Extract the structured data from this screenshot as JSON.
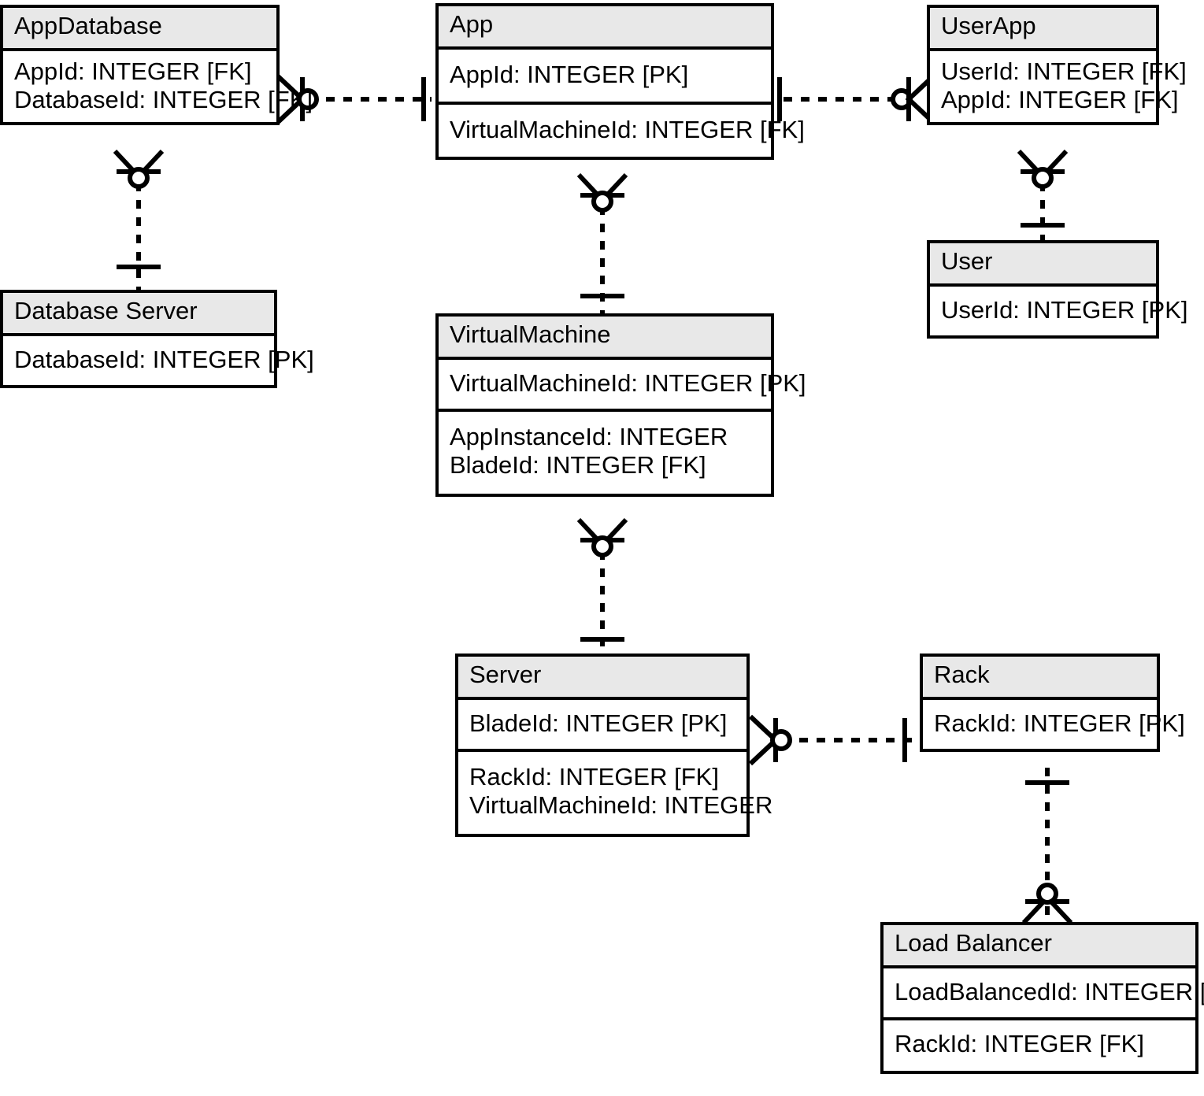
{
  "diagram": {
    "type": "entity-relationship-diagram",
    "notation": "crows-foot",
    "title": "",
    "colors": {
      "header_fill": "#e8e8e8",
      "body_fill": "#ffffff",
      "stroke": "#000000"
    }
  },
  "entities": [
    {
      "id": "appdatabase",
      "name": "AppDatabase",
      "sections": [
        {
          "attributes": [
            "AppId: INTEGER [FK]",
            "DatabaseId: INTEGER [FK]"
          ]
        }
      ]
    },
    {
      "id": "app",
      "name": "App",
      "sections": [
        {
          "attributes": [
            "AppId: INTEGER [PK]"
          ]
        },
        {
          "attributes": [
            "VirtualMachineId: INTEGER [FK]"
          ]
        }
      ]
    },
    {
      "id": "userapp",
      "name": "UserApp",
      "sections": [
        {
          "attributes": [
            "UserId: INTEGER [FK]",
            "AppId: INTEGER [FK]"
          ]
        }
      ]
    },
    {
      "id": "databaseserver",
      "name": "Database Server",
      "sections": [
        {
          "attributes": [
            "DatabaseId: INTEGER [PK]"
          ]
        }
      ]
    },
    {
      "id": "user",
      "name": "User",
      "sections": [
        {
          "attributes": [
            "UserId: INTEGER [PK]"
          ]
        }
      ]
    },
    {
      "id": "virtualmachine",
      "name": "VirtualMachine",
      "sections": [
        {
          "attributes": [
            "VirtualMachineId: INTEGER [PK]"
          ]
        },
        {
          "attributes": [
            "AppInstanceId: INTEGER",
            "BladeId: INTEGER [FK]"
          ]
        }
      ]
    },
    {
      "id": "server",
      "name": "Server",
      "sections": [
        {
          "attributes": [
            "BladeId: INTEGER [PK]"
          ]
        },
        {
          "attributes": [
            "RackId: INTEGER [FK]",
            "VirtualMachineId: INTEGER"
          ]
        }
      ]
    },
    {
      "id": "rack",
      "name": "Rack",
      "sections": [
        {
          "attributes": [
            "RackId: INTEGER [PK]"
          ]
        }
      ]
    },
    {
      "id": "loadbalancer",
      "name": "Load Balancer",
      "sections": [
        {
          "attributes": [
            "LoadBalancedId: INTEGER [PK]"
          ]
        },
        {
          "attributes": [
            "RackId: INTEGER [FK]"
          ]
        }
      ]
    }
  ],
  "relationships": [
    {
      "id": "appdatabase-app",
      "from": "appdatabase",
      "to": "app",
      "from_cardinality": "zero-or-many",
      "to_cardinality": "exactly-one",
      "line_style": "dashed",
      "orientation": "horizontal"
    },
    {
      "id": "app-userapp",
      "from": "app",
      "to": "userapp",
      "from_cardinality": "exactly-one",
      "to_cardinality": "zero-or-many",
      "line_style": "dashed",
      "orientation": "horizontal"
    },
    {
      "id": "appdatabase-databaseserver",
      "from": "appdatabase",
      "to": "databaseserver",
      "from_cardinality": "zero-or-many",
      "to_cardinality": "exactly-one",
      "line_style": "dashed",
      "orientation": "vertical"
    },
    {
      "id": "userapp-user",
      "from": "userapp",
      "to": "user",
      "from_cardinality": "zero-or-many",
      "to_cardinality": "exactly-one",
      "line_style": "dashed",
      "orientation": "vertical"
    },
    {
      "id": "app-virtualmachine",
      "from": "app",
      "to": "virtualmachine",
      "from_cardinality": "zero-or-many",
      "to_cardinality": "exactly-one",
      "line_style": "dashed",
      "orientation": "vertical"
    },
    {
      "id": "virtualmachine-server",
      "from": "virtualmachine",
      "to": "server",
      "from_cardinality": "zero-or-many",
      "to_cardinality": "exactly-one",
      "line_style": "dashed",
      "orientation": "vertical"
    },
    {
      "id": "server-rack",
      "from": "server",
      "to": "rack",
      "from_cardinality": "zero-or-many",
      "to_cardinality": "exactly-one",
      "line_style": "dashed",
      "orientation": "horizontal"
    },
    {
      "id": "rack-loadbalancer",
      "from": "rack",
      "to": "loadbalancer",
      "from_cardinality": "exactly-one",
      "to_cardinality": "zero-or-many",
      "line_style": "dashed",
      "orientation": "vertical"
    }
  ]
}
